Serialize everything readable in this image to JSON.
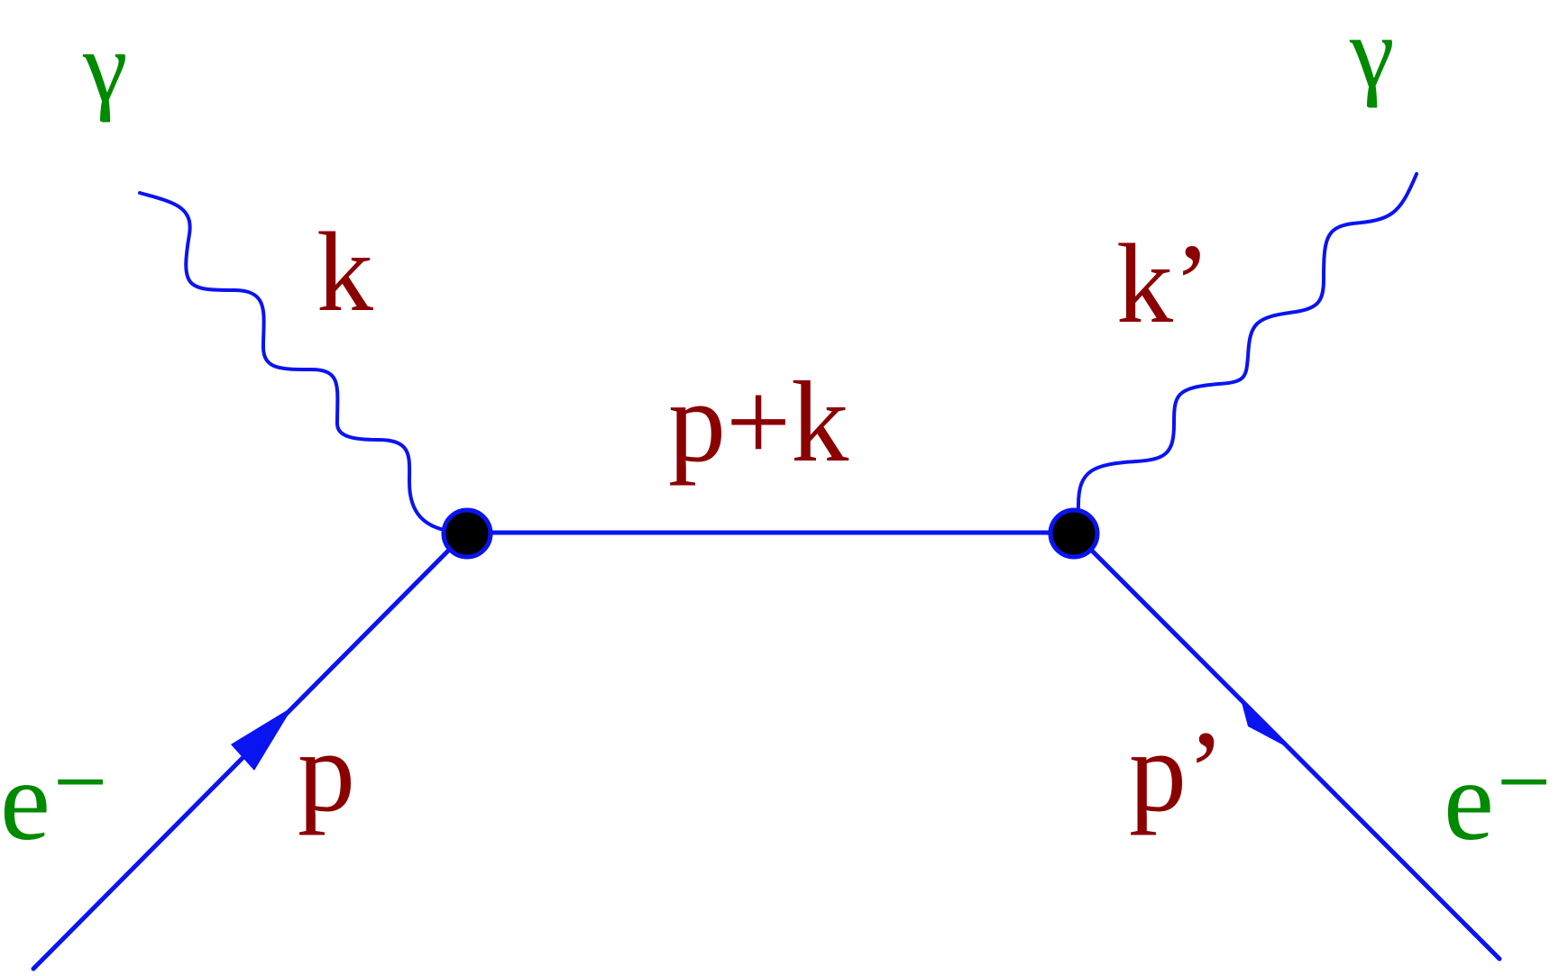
{
  "colors": {
    "line": "#0a14f0",
    "label": "#8b0000",
    "particle": "#008a00",
    "vertex": "#000000"
  },
  "particles": {
    "incoming_photon": "γ",
    "outgoing_photon": "γ",
    "incoming_electron": "e⁻",
    "outgoing_electron": "e⁻"
  },
  "momenta": {
    "incoming_photon": "k",
    "outgoing_photon": "k’",
    "internal_electron": "p+k",
    "incoming_electron": "p",
    "outgoing_electron": "p’"
  }
}
